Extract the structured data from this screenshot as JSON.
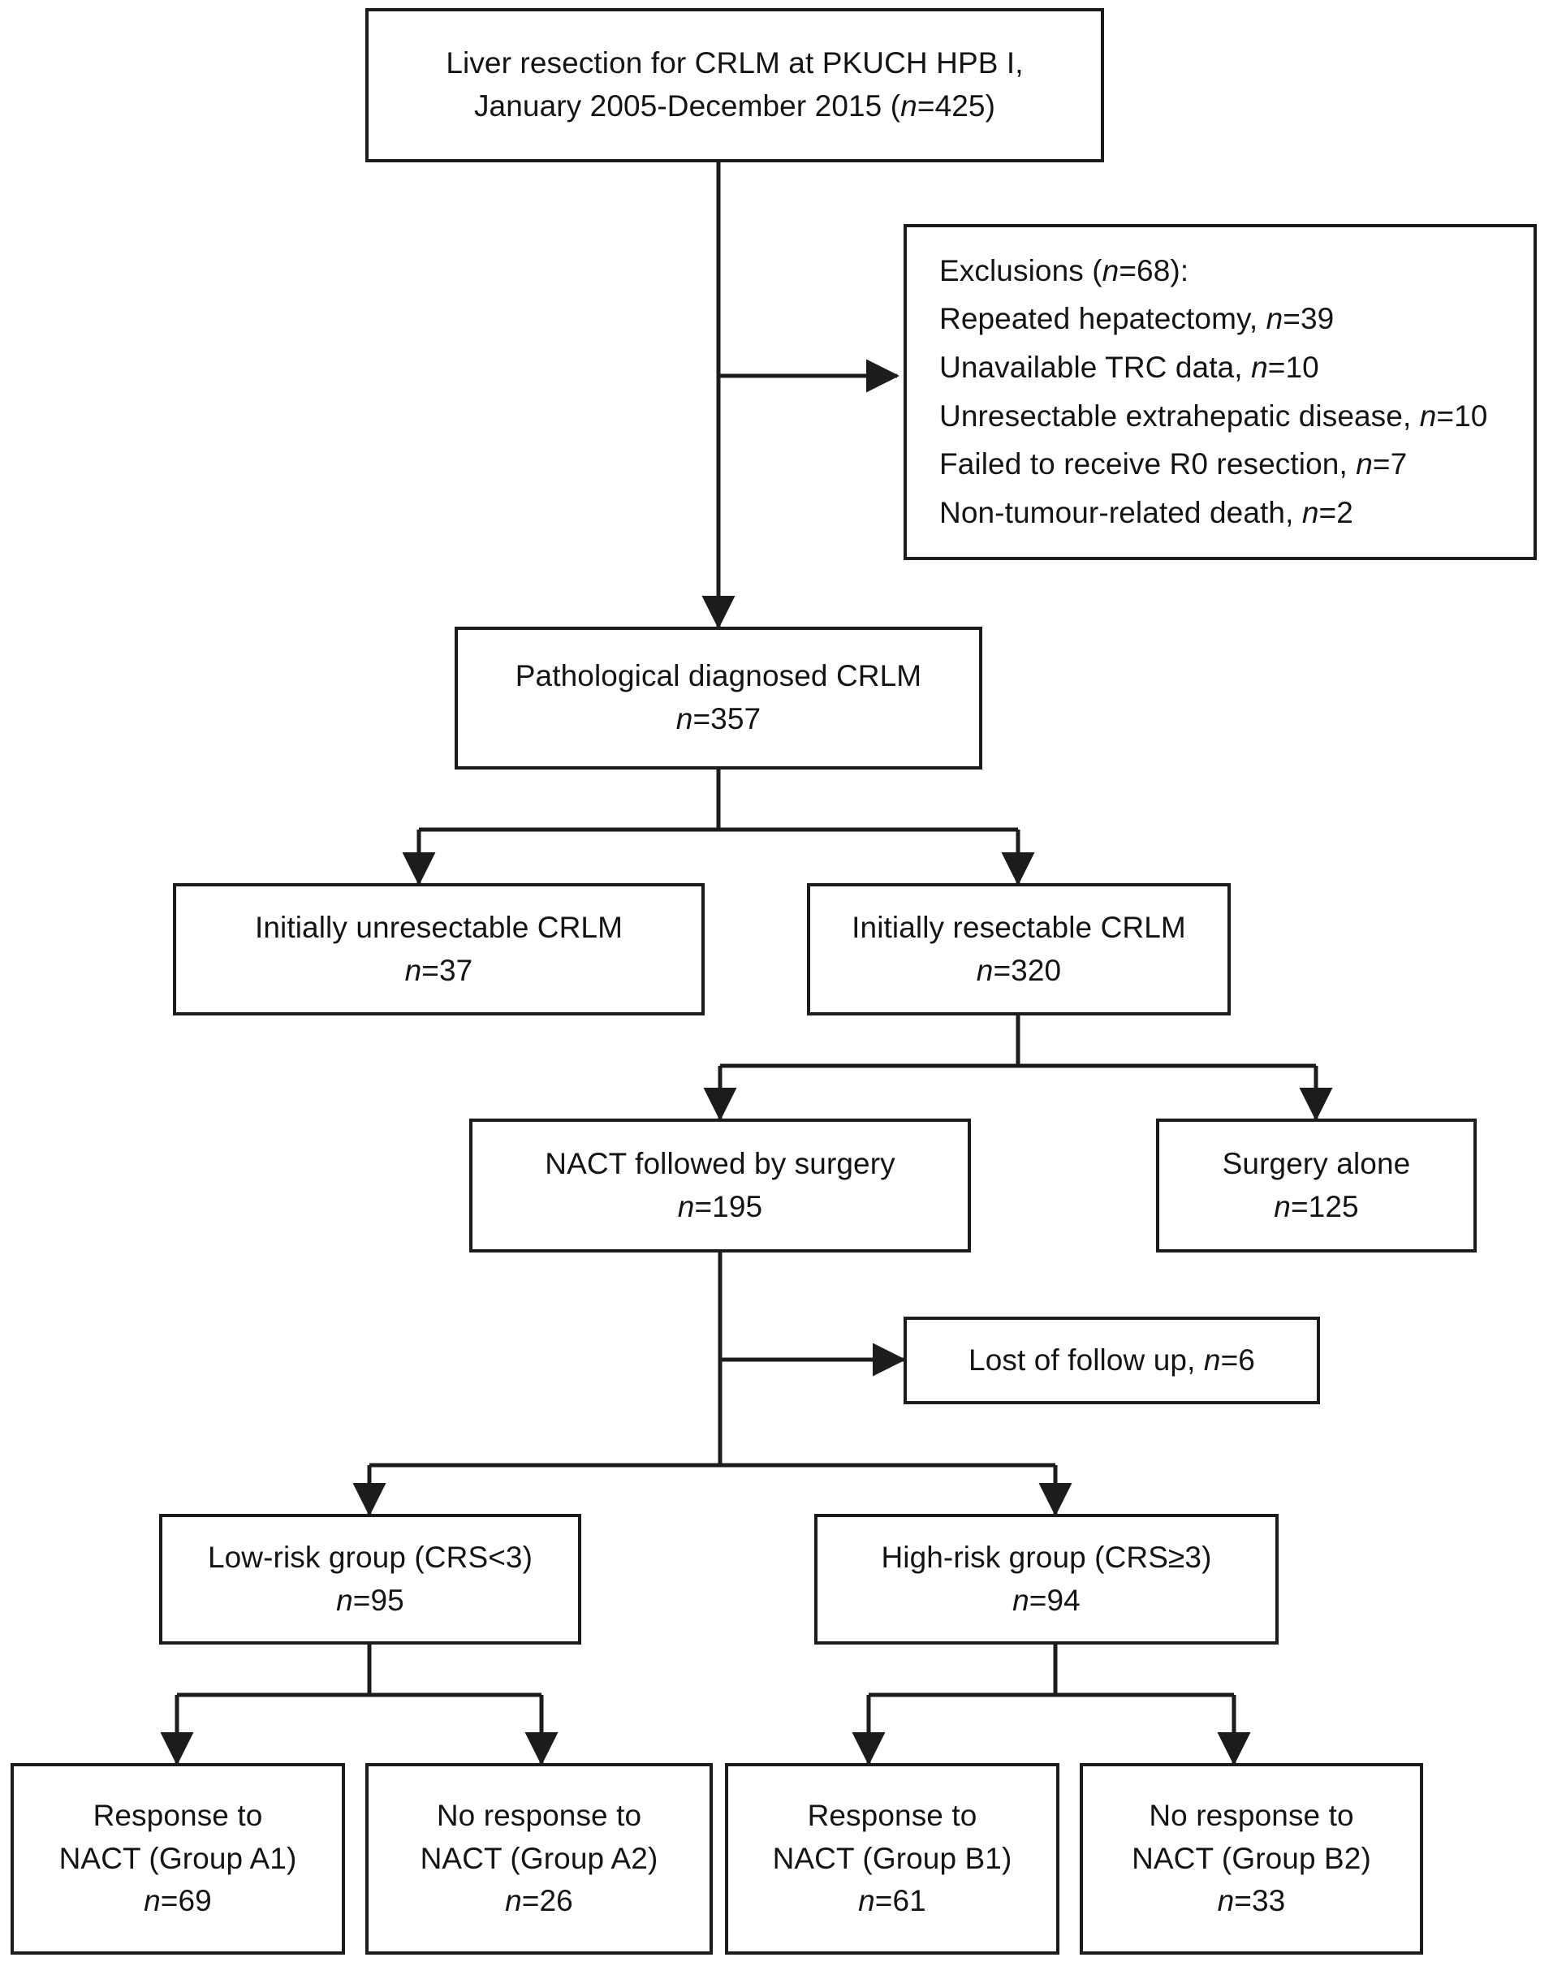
{
  "figure": {
    "type": "flowchart",
    "title": "Patient selection flow diagram for liver resection for CRLM",
    "colors": {
      "box_border": "#1c1c1c",
      "background": "#ffffff",
      "text": "#141414",
      "connector": "#1c1c1c"
    }
  },
  "nodes": {
    "enrollment": {
      "line1": "Liver resection for CRLM at PKUCH HPB I,",
      "line2_a": "January 2005-December 2015 (",
      "line2_n": "n",
      "line2_b": "=425)"
    },
    "exclusions": {
      "header_a": "Exclusions (",
      "header_n": "n",
      "header_b": "=68):",
      "items": [
        {
          "label": "Repeated hepatectomy, ",
          "nvar": "n",
          "value": "=39"
        },
        {
          "label": "Unavailable TRC data, ",
          "nvar": "n",
          "value": "=10"
        },
        {
          "label": "Unresectable extrahepatic disease, ",
          "nvar": "n",
          "value": "=10"
        },
        {
          "label": "Failed to receive R0 resection, ",
          "nvar": "n",
          "value": "=7"
        },
        {
          "label": "Non-tumour-related death, ",
          "nvar": "n",
          "value": "=2"
        }
      ]
    },
    "diagnosed": {
      "line1": "Pathological diagnosed CRLM",
      "nvar": "n",
      "count": "=357"
    },
    "unresectable": {
      "line1": "Initially unresectable CRLM",
      "nvar": "n",
      "count": "=37"
    },
    "resectable": {
      "line1": "Initially resectable CRLM",
      "nvar": "n",
      "count": "=320"
    },
    "nact_surgery": {
      "line1": "NACT followed by surgery",
      "nvar": "n",
      "count": "=195"
    },
    "surgery_alone": {
      "line1": "Surgery alone",
      "nvar": "n",
      "count": "=125"
    },
    "lost_followup": {
      "label": "Lost of follow up, ",
      "nvar": "n",
      "count": "=6"
    },
    "low_risk": {
      "line1": "Low-risk group (CRS<3)",
      "nvar": "n",
      "count": "=95"
    },
    "high_risk": {
      "line1": "High-risk group (CRS≥3)",
      "nvar": "n",
      "count": "=94"
    },
    "group_a1": {
      "line1": "Response to",
      "line2": "NACT (Group A1)",
      "nvar": "n",
      "count": "=69"
    },
    "group_a2": {
      "line1": "No response to",
      "line2": "NACT (Group A2)",
      "nvar": "n",
      "count": "=26"
    },
    "group_b1": {
      "line1": "Response to",
      "line2": "NACT (Group B1)",
      "nvar": "n",
      "count": "=61"
    },
    "group_b2": {
      "line1": "No response to",
      "line2": "NACT (Group B2)",
      "nvar": "n",
      "count": "=33"
    }
  },
  "chart_data": {
    "type": "flowchart",
    "title": "Liver resection for CRLM at PKUCH HPB I, January 2005-December 2015",
    "total_assessed": 425,
    "total_excluded": 68,
    "exclusion_breakdown": {
      "repeated_hepatectomy": 39,
      "unavailable_trc_data": 10,
      "unresectable_extrahepatic_disease": 10,
      "failed_r0_resection": 7,
      "non_tumour_related_death": 2
    },
    "pathological_diagnosed_crlm": 357,
    "initially_unresectable_crlm": 37,
    "initially_resectable_crlm": 320,
    "nact_followed_by_surgery": 195,
    "surgery_alone": 125,
    "lost_of_follow_up": 6,
    "low_risk_group_crs_lt_3": 95,
    "high_risk_group_crs_ge_3": 94,
    "group_a1_response_to_nact": 69,
    "group_a2_no_response_to_nact": 26,
    "group_b1_response_to_nact": 61,
    "group_b2_no_response_to_nact": 33,
    "edges": [
      {
        "from": "enrollment",
        "to": "exclusions",
        "style": "side-arrow"
      },
      {
        "from": "enrollment",
        "to": "diagnosed",
        "style": "down-arrow"
      },
      {
        "from": "diagnosed",
        "to": "unresectable",
        "style": "split-left"
      },
      {
        "from": "diagnosed",
        "to": "resectable",
        "style": "split-right"
      },
      {
        "from": "resectable",
        "to": "nact_surgery",
        "style": "split-left"
      },
      {
        "from": "resectable",
        "to": "surgery_alone",
        "style": "split-right"
      },
      {
        "from": "nact_surgery",
        "to": "lost_followup",
        "style": "side-arrow"
      },
      {
        "from": "nact_surgery",
        "to": "low_risk",
        "style": "split-left"
      },
      {
        "from": "nact_surgery",
        "to": "high_risk",
        "style": "split-right"
      },
      {
        "from": "low_risk",
        "to": "group_a1",
        "style": "split-left"
      },
      {
        "from": "low_risk",
        "to": "group_a2",
        "style": "split-right"
      },
      {
        "from": "high_risk",
        "to": "group_b1",
        "style": "split-left"
      },
      {
        "from": "high_risk",
        "to": "group_b2",
        "style": "split-right"
      }
    ]
  }
}
